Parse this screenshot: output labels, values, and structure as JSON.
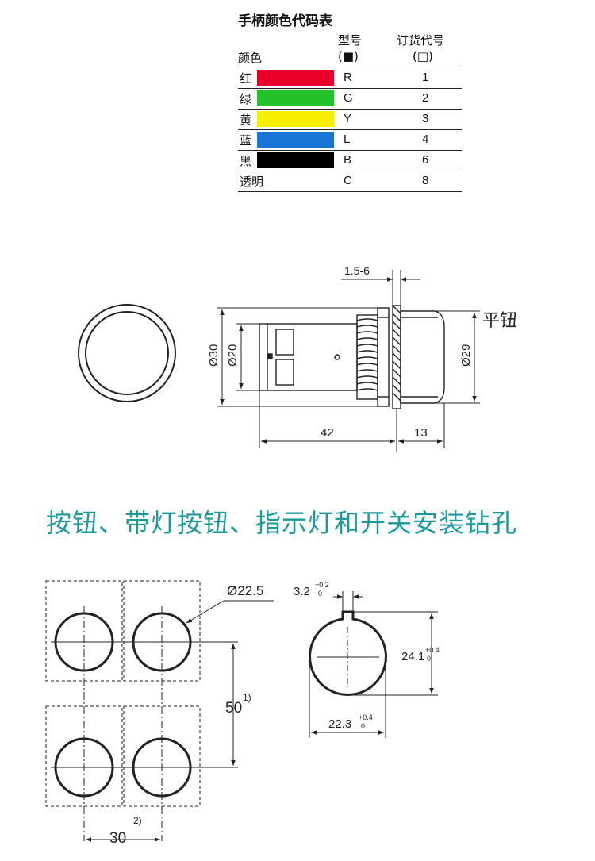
{
  "table": {
    "title": "手柄颜色代码表",
    "col_color": "颜色",
    "col_model": "型号",
    "col_model_sym": "(■)",
    "col_order": "订货代号",
    "col_order_sym": "(□)",
    "rows": [
      {
        "name": "红",
        "color": "#e8002a",
        "code": "R",
        "order": "1"
      },
      {
        "name": "绿",
        "color": "#22c22a",
        "code": "G",
        "order": "2"
      },
      {
        "name": "黄",
        "color": "#f5ef00",
        "code": "Y",
        "order": "3"
      },
      {
        "name": "蓝",
        "color": "#1976d6",
        "code": "L",
        "order": "4"
      },
      {
        "name": "黑",
        "color": "#000000",
        "code": "B",
        "order": "6"
      },
      {
        "name": "透明",
        "color": "",
        "code": "C",
        "order": "8"
      }
    ]
  },
  "drawing1": {
    "dim_panel": "1.5-6",
    "dim_d30": "Ø30",
    "dim_d20": "Ø20",
    "dim_d29": "Ø29",
    "dim_42": "42",
    "dim_13": "13",
    "label_flat": "平钮"
  },
  "section_title": "按钮、带灯按钮、指示灯和开关安装钻孔",
  "drawing2": {
    "dim_d225": "Ø22.5",
    "dim_50": "50",
    "note_1": "1)",
    "dim_30": "30",
    "note_2": "2)",
    "dim_32": "3.2",
    "tol_32_up": "+0.2",
    "tol_32_lo": "0",
    "dim_241": "24.1",
    "tol_241_up": "+0.4",
    "tol_241_lo": "0",
    "dim_223": "22.3",
    "tol_223_up": "+0.4",
    "tol_223_lo": "0"
  }
}
